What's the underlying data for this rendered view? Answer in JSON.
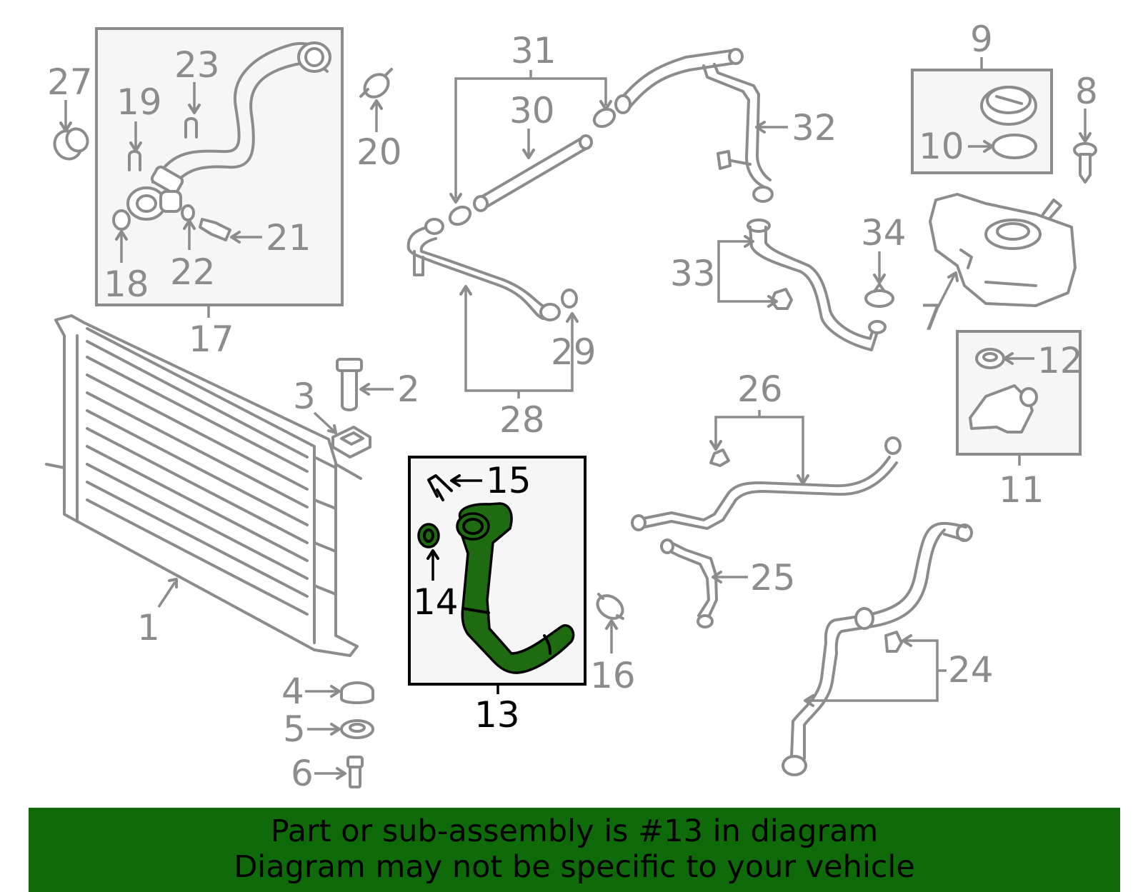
{
  "colors": {
    "part_line": "#8c8c8c",
    "highlight_fill": "#1f6b12",
    "banner_bg": "#0f6a0a",
    "text_dark": "#000000"
  },
  "callouts": {
    "c1": "1",
    "c2": "2",
    "c3": "3",
    "c4": "4",
    "c5": "5",
    "c6": "6",
    "c7": "7",
    "c8": "8",
    "c9": "9",
    "c10": "10",
    "c11": "11",
    "c12": "12",
    "c13": "13",
    "c14": "14",
    "c15": "15",
    "c16": "16",
    "c17": "17",
    "c18": "18",
    "c19": "19",
    "c20": "20",
    "c21": "21",
    "c22": "22",
    "c23": "23",
    "c24": "24",
    "c25": "25",
    "c26": "26",
    "c27": "27",
    "c28": "28",
    "c29": "29",
    "c30": "30",
    "c31": "31",
    "c32": "32",
    "c33": "33",
    "c34": "34"
  },
  "highlighted_part": "13",
  "banner": {
    "line1": "Part or sub-assembly is #13 in diagram",
    "line2": "Diagram may not be specific to your vehicle"
  }
}
